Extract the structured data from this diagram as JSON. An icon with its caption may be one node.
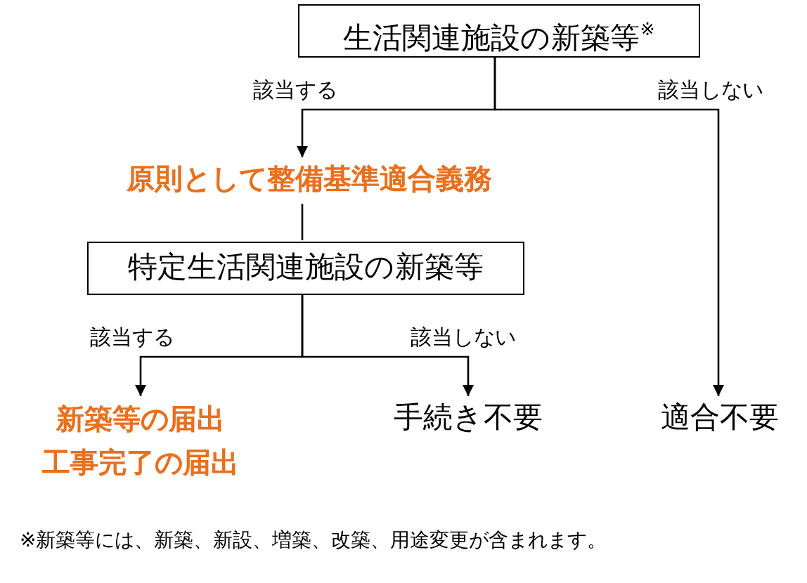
{
  "diagram": {
    "nodes": [
      {
        "text": [
          "生活関連施設の新築等$^{※}$"
        ]
      },
      {
        "text": [
          "原則として整備基準適合義務"
        ]
      },
      {
        "text": [
          "特定生活関連施設の新築等"
        ]
      },
      {
        "text": [
          "新築等の届出",
          "工事完了の届出"
        ]
      },
      {
        "text": [
          "手続き不要"
        ]
      },
      {
        "text": [
          "適合不要"
        ]
      }
    ],
    "edges": [
      {
        "from": 0,
        "to": 1,
        "arrow": "to",
        "label": "該当する"
      },
      {
        "from": 0,
        "to": 5,
        "arrow": "to",
        "label": "該当しない"
      },
      {
        "from": 1,
        "to": 2,
        "arrow": "none"
      },
      {
        "from": 2,
        "to": 3,
        "arrow": "to",
        "label": "該当する"
      },
      {
        "from": 2,
        "to": 4,
        "arrow": "to",
        "label": "該当しない"
      }
    ],
    "labels": [
      "※新築等には、新築、新設、増築、改築、用途変更が含まれます。"
    ]
  }
}
